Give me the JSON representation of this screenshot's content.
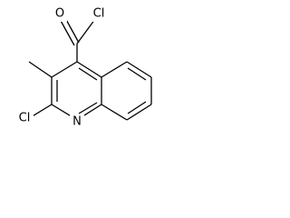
{
  "molecule": {
    "atoms": {
      "acyl_oxygen": "O",
      "acyl_chlorine": "Cl",
      "ring_chlorine": "Cl",
      "ring_nitrogen": "N"
    },
    "colors": {
      "bond": "#000000",
      "label": "#000000",
      "background": "#ffffff"
    }
  }
}
